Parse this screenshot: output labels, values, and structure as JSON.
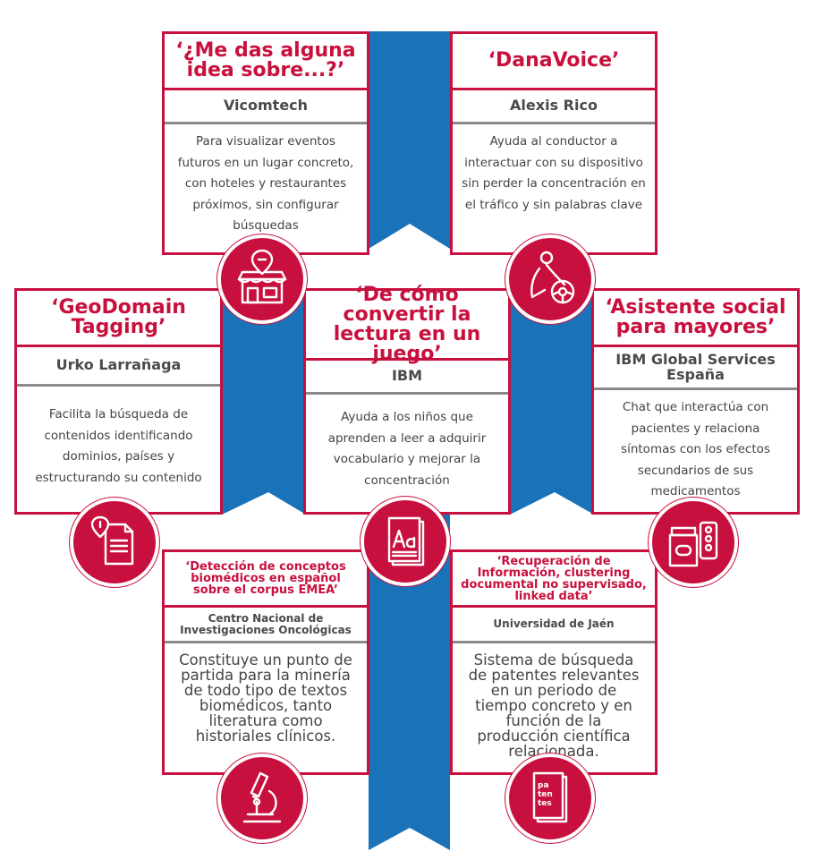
{
  "colors": {
    "accent": "#c8103e",
    "ribbon": "#1a72b8",
    "ribbon_shade": "#1a4f7a",
    "divider": "#8a8a8a"
  },
  "cards": [
    {
      "title": "‘¿Me das alguna idea sobre...?’",
      "org": "Vicomtech",
      "desc": "Para visualizar eventos futuros en un lugar concreto, con hoteles y restaurantes próximos, sin configurar búsquedas",
      "icon": "store-location-icon"
    },
    {
      "title": "‘DanaVoice’",
      "org": "Alexis Rico",
      "desc": "Ayuda al conductor a interactuar con su dispositivo sin perder la concentración en el tráfico y sin palabras clave",
      "icon": "driver-wheel-icon"
    },
    {
      "title": "‘GeoDomain Tagging’",
      "org": "Urko Larrañaga",
      "desc": "Facilita la búsqueda de contenidos identificando dominios, países y estructurando su contenido",
      "icon": "document-location-icon"
    },
    {
      "title": "‘De cómo convertir la lectura en un juego’",
      "org": "IBM",
      "desc": "Ayuda a los niños que aprenden a leer a adquirir vocabulario y mejorar la concentración",
      "icon": "book-letters-icon"
    },
    {
      "title": "‘Asistente social para mayores’",
      "org": "IBM Global Services España",
      "desc": "Chat que interactúa con pacientes y relaciona síntomas con los efectos secundarios de sus medicamentos",
      "icon": "medicine-icon"
    },
    {
      "title": "‘Detección de conceptos biomédicos en español sobre el corpus EMEA’",
      "org": "Centro Nacional de Investigaciones Oncológicas",
      "desc": "Constituye un punto de partida para la minería de todo tipo de textos biomédicos, tanto literatura como historiales clínicos.",
      "icon": "microscope-icon"
    },
    {
      "title": "‘Recuperación de Información, clustering documental no supervisado, linked data’",
      "org": "Universidad de Jaén",
      "desc": "Sistema de búsqueda de patentes relevantes en un periodo de tiempo concreto y en función de la producción científica relacionada.",
      "icon": "patents-book-icon"
    }
  ],
  "patents_icon_text": [
    "pa",
    "ten",
    "tes"
  ]
}
